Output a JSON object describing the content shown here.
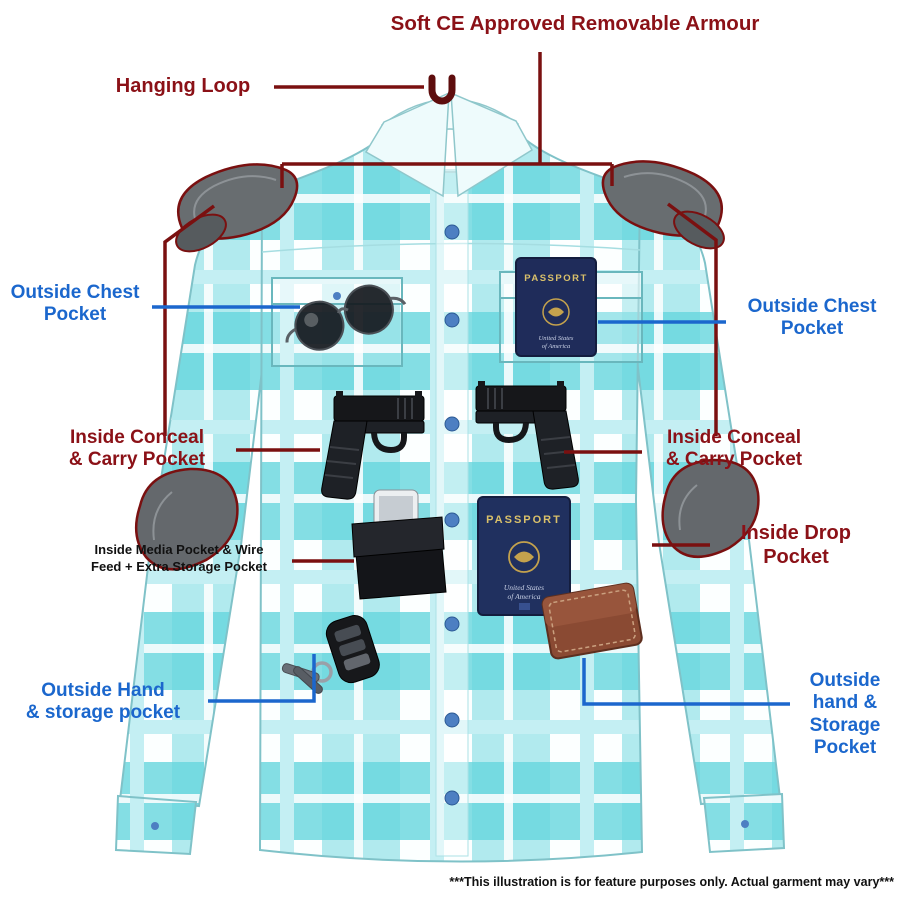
{
  "title": "Soft CE Approved Removable Armour",
  "labels": {
    "hanging_loop": "Hanging Loop",
    "chest_left": "Outside Chest\nPocket",
    "chest_right": "Outside Chest\nPocket",
    "conceal_left": "Inside Conceal\n& Carry Pocket",
    "conceal_right": "Inside Conceal\n& Carry Pocket",
    "media": "Inside Media Pocket & Wire\nFeed + Extra Storage Pocket",
    "drop": "Inside Drop\nPocket",
    "hand_left": "Outside Hand\n& storage pocket",
    "hand_right": "Outside\nhand &\nStorage\nPocket"
  },
  "passport_top": {
    "title": "PASSPORT",
    "sub1": "United States",
    "sub2": "of America"
  },
  "passport_bottom": {
    "title": "PASSPORT",
    "sub1": "United States",
    "sub2": "of America"
  },
  "disclaimer": "***This illustration is for feature purposes only.  Actual garment may vary***",
  "colors": {
    "maroon": "#8b1117",
    "blue": "#1b67cd",
    "teal_dark": "#3ec8d2",
    "teal_light": "#8ae2e8",
    "armor_gray": "#686d70"
  }
}
